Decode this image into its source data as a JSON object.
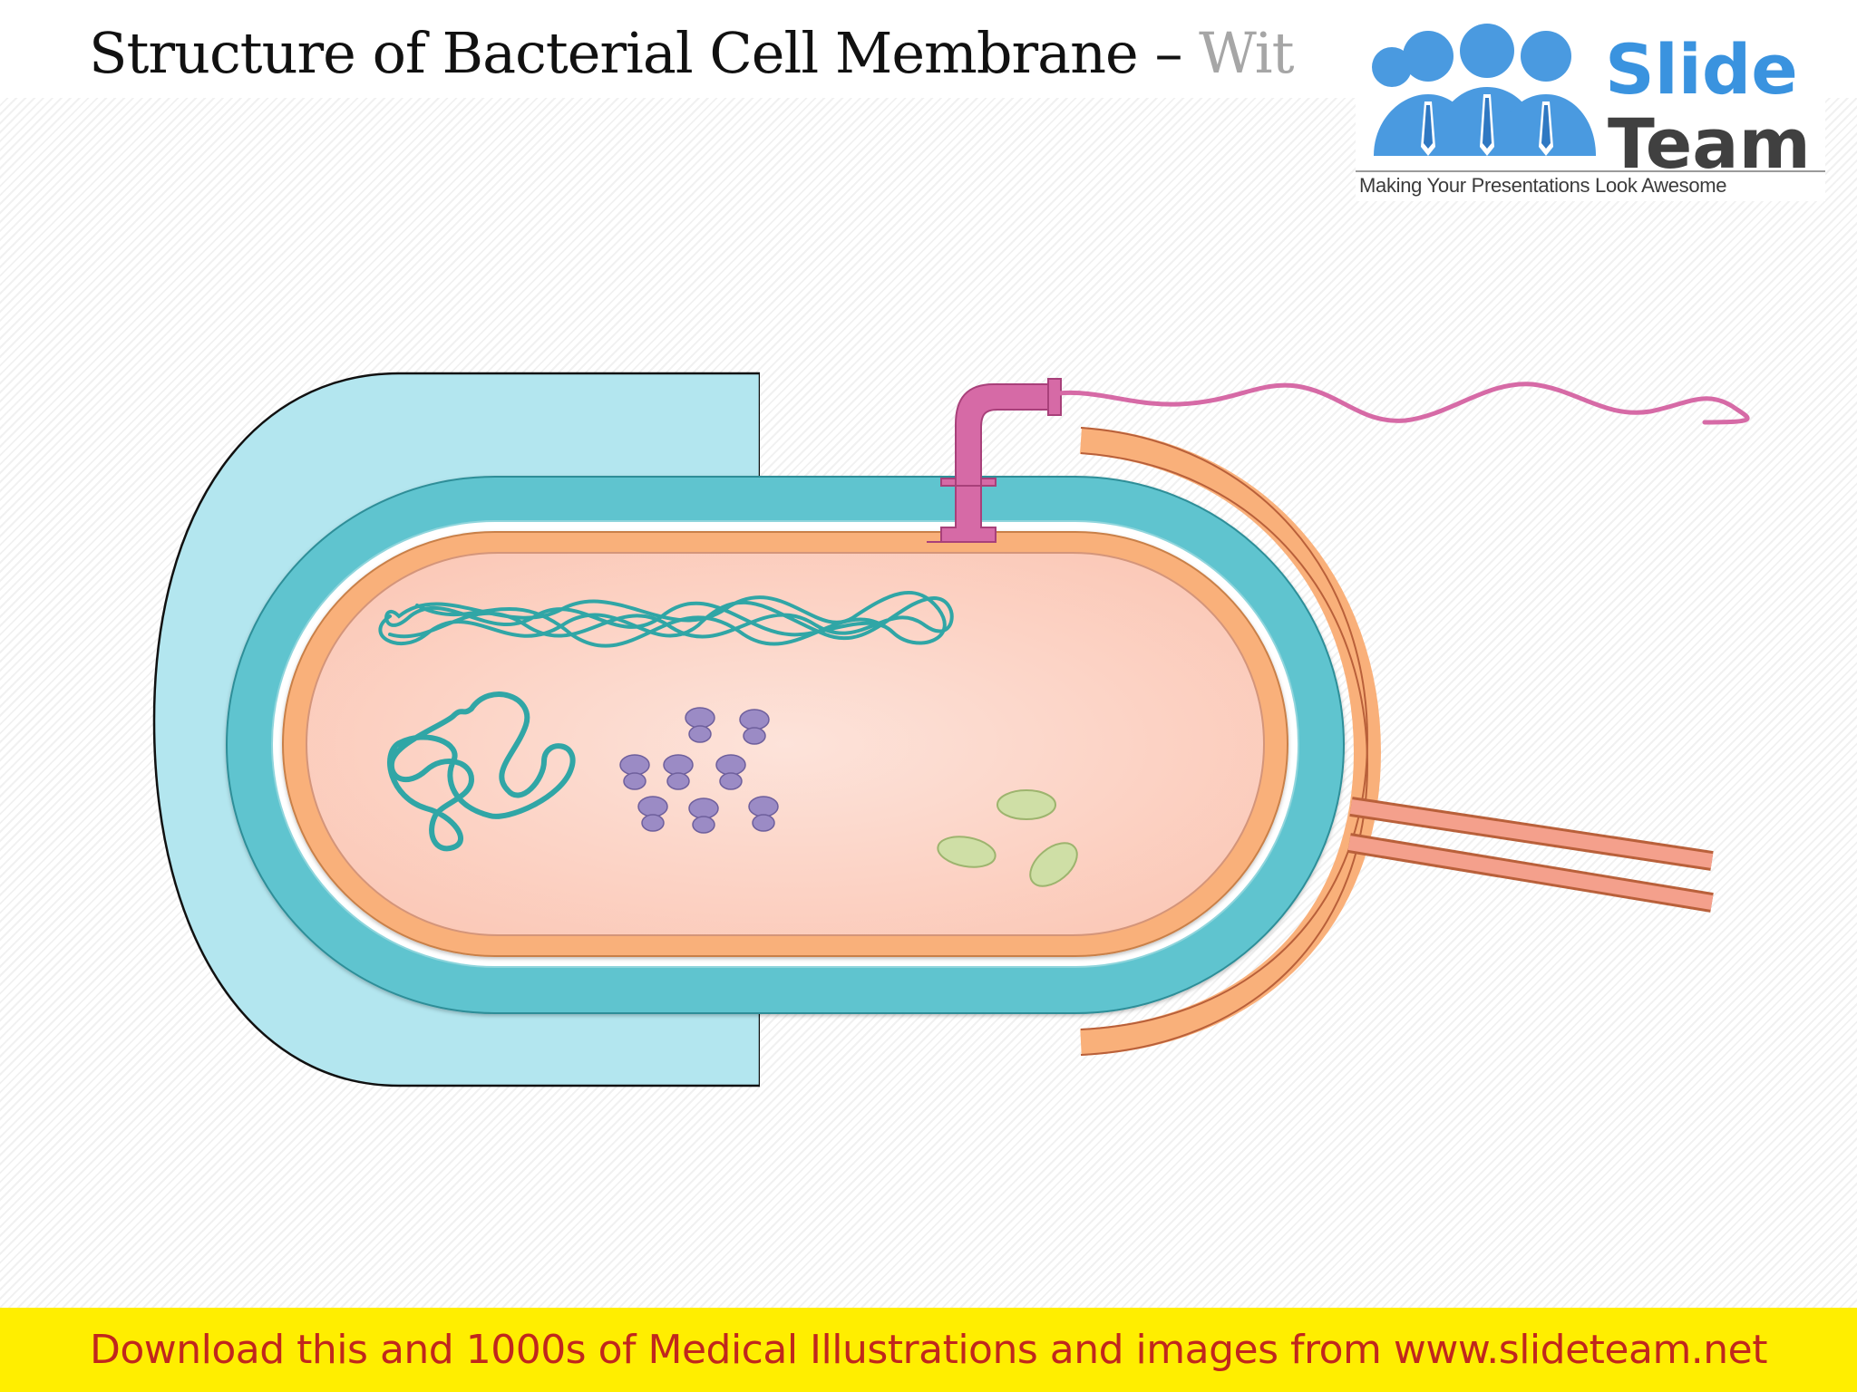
{
  "slide": {
    "title": "Structure of Bacterial Cell Membrane",
    "title_separator": " – ",
    "title_sub": "Wit"
  },
  "logo": {
    "word1": "Slide",
    "word2": "Team",
    "tagline": "Making Your Presentations Look Awesome"
  },
  "footer": {
    "text": "Download this and 1000s of Medical Illustrations and images from www.slideteam.net"
  },
  "colors": {
    "capsule": "#b3e6ef",
    "cell_wall": "#5fc4cf",
    "membrane": "#f9b07a",
    "cytoplasm": "#fcd8ce",
    "flagellum": "#d66aa6",
    "outer_membrane": "#f9b07a",
    "pilus": "#f4a08c",
    "dna": "#30a6a6",
    "ribosome": "#9b8bc5",
    "granule": "#cfdfa6",
    "footer_bg": "#ffee00",
    "footer_text": "#c0271d"
  }
}
